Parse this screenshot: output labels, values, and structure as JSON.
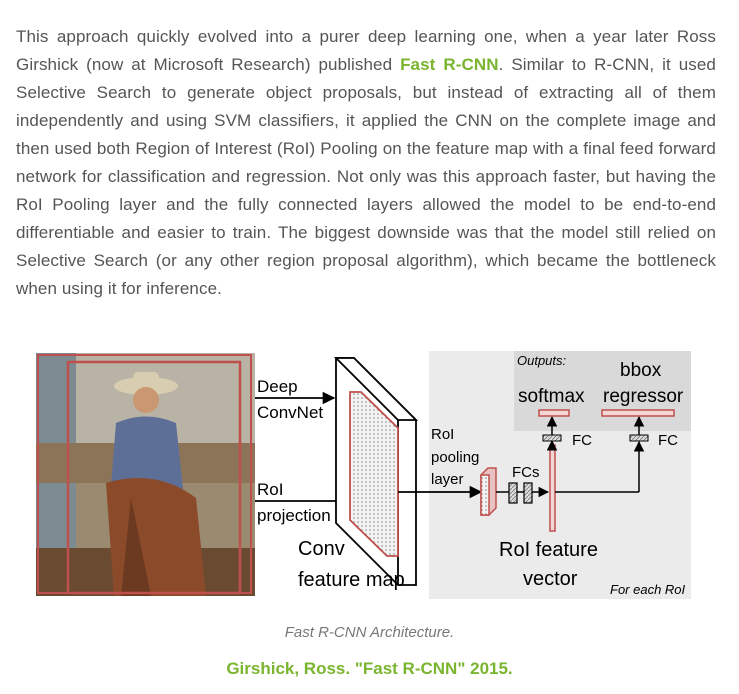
{
  "article": {
    "text_before_link": "This approach quickly evolved into a purer deep learning one, when a year later Ross Girshick (now at Microsoft Research) published ",
    "link_text": "Fast R-CNN",
    "text_after_link": ". Similar to R-CNN, it used Selective Search to generate object proposals, but instead of extracting all of them independently and using SVM classifiers, it applied the CNN on the complete image and then used both Region of Interest (RoI) Pooling on the feature map with a final feed forward network for classification and regression. Not only was this approach faster, but having the RoI Pooling layer and the fully connected layers allowed the model to be end-to-end differentiable and easier to train. The biggest downside was that the model still relied on Selective Search (or any other region proposal algorithm), which became the bottleneck when using it for inference."
  },
  "figure": {
    "labels": {
      "deep": "Deep",
      "convnet": "ConvNet",
      "roi": "RoI",
      "projection": "projection",
      "conv": "Conv",
      "feature_map": "feature map",
      "roi_pool_1": "RoI",
      "roi_pool_2": "pooling",
      "roi_pool_3": "layer",
      "fcs": "FCs",
      "outputs": "Outputs:",
      "softmax": "softmax",
      "bbox": "bbox",
      "regressor": "regressor",
      "fc_left": "FC",
      "fc_right": "FC",
      "roi_feature": "RoI feature",
      "vector": "vector",
      "for_each_roi": "For each RoI"
    },
    "colors": {
      "panel_bg": "#ebebeb",
      "outputs_bg": "#d9d9d9",
      "roi_red": "#c0504d"
    }
  },
  "captions": {
    "title": "Fast R-CNN Architecture.",
    "citation": "Girshick, Ross. \"Fast R-CNN\" 2015."
  }
}
